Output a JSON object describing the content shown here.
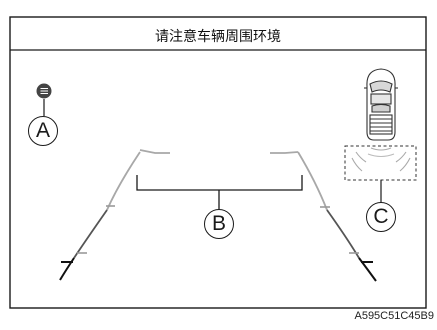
{
  "banner": {
    "text": "请注意车辆周围环境"
  },
  "callouts": {
    "a": "A",
    "b": "B",
    "c": "C"
  },
  "figure_code": "A595C51C45B9",
  "icons": {
    "menu": "menu-list-icon",
    "vehicle": "vehicle-top-view-icon",
    "sensor": "sensor-detection-area-icon"
  },
  "colors": {
    "frame": "#1a1a1a",
    "guide_lines": "#9a9a9a",
    "icon_fill": "#444444",
    "background": "#ffffff"
  }
}
